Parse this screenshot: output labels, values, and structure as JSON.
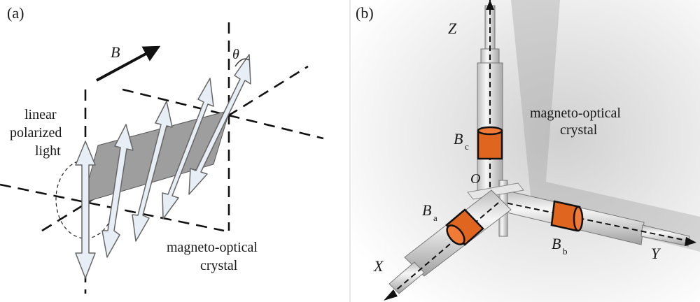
{
  "panel_a": {
    "label": "(a)",
    "field_label": "B",
    "angle_label": "θ",
    "light_label": [
      "linear",
      "polarized",
      "light"
    ],
    "crystal_label": [
      "magneto-optical",
      "crystal"
    ]
  },
  "panel_b": {
    "label": "(b)",
    "axes": {
      "x": "X",
      "y": "Y",
      "z": "Z",
      "origin": "O"
    },
    "crystal_label": [
      "magneto-optical",
      "crystal"
    ],
    "fields": {
      "a": {
        "base": "B",
        "sub": "a"
      },
      "b": {
        "base": "B",
        "sub": "b"
      },
      "c": {
        "base": "B",
        "sub": "c"
      }
    }
  },
  "colors": {
    "crystal_orange": "#e0651f",
    "arrow_fill": "#e8eef5",
    "crystal_shade": "#9e9e9e",
    "rod": "#d9d9d9"
  }
}
